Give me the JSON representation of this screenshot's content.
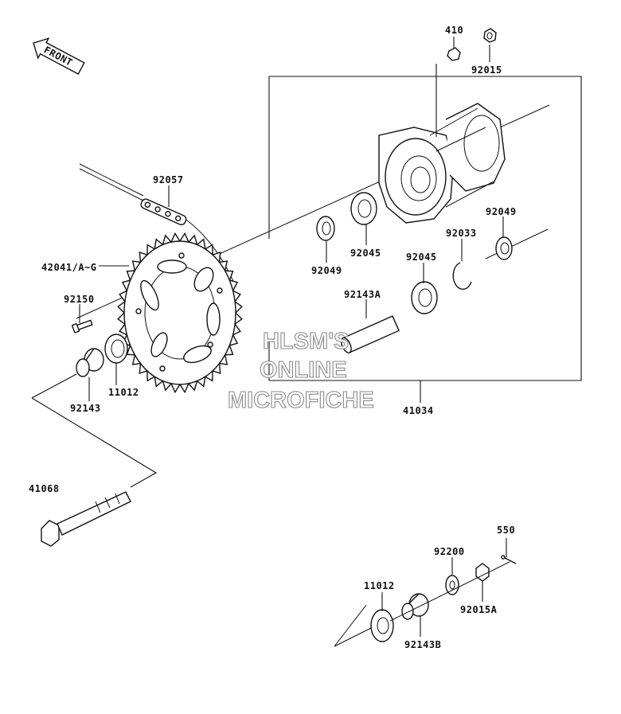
{
  "front_arrow": {
    "text": "FRONT"
  },
  "labels": {
    "p410": "410",
    "p92015": "92015",
    "p92057": "92057",
    "p42041": "42041/A~G",
    "p92150": "92150",
    "p92049_left": "92049",
    "p92045_top": "92045",
    "p92049_right": "92049",
    "p92033": "92033",
    "p92045_mid": "92045",
    "p92143A": "92143A",
    "p11012_top": "11012",
    "p92143": "92143",
    "p41034": "41034",
    "p41068": "41068",
    "p550": "550",
    "p92200": "92200",
    "p11012_bottom": "11012",
    "p92015A": "92015A",
    "p92143B": "92143B"
  },
  "watermark": {
    "line1": "HLSM'S",
    "line2": "ONLINE",
    "line3": "MICROFICHE"
  }
}
